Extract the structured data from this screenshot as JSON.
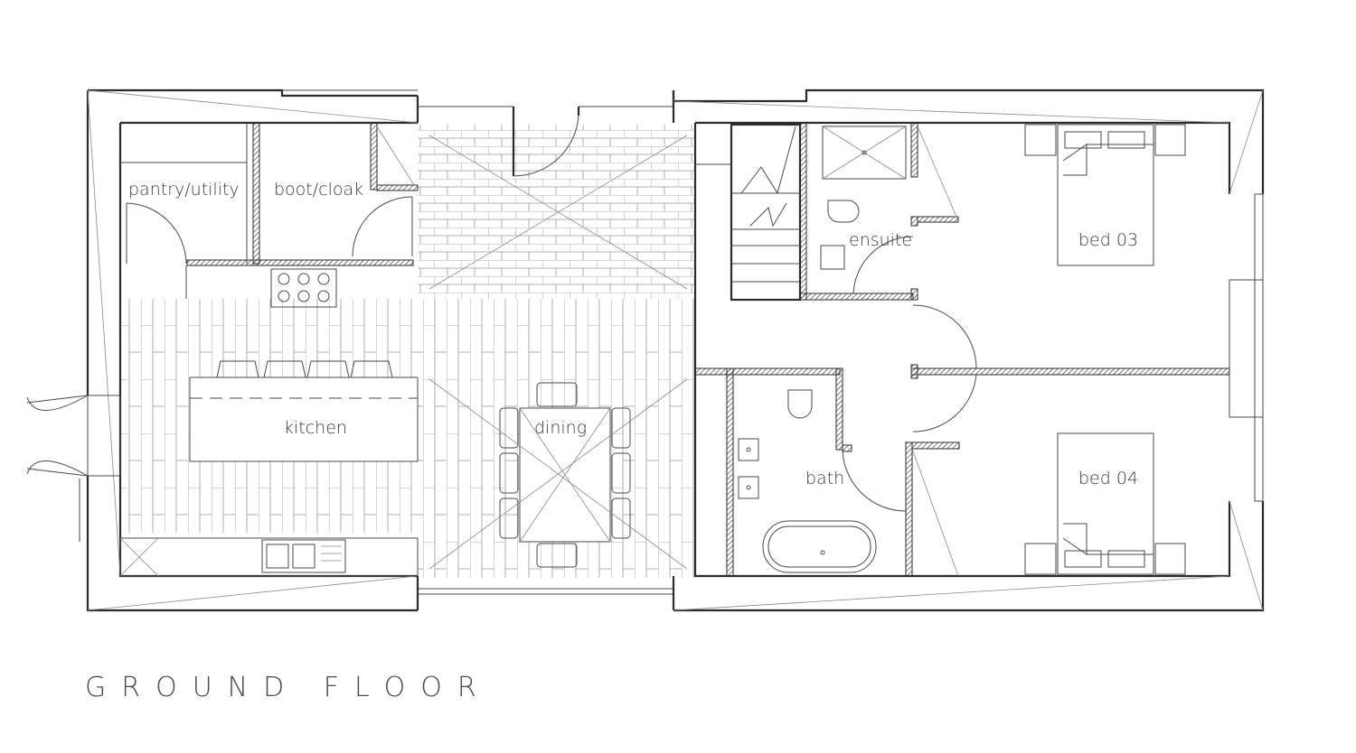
{
  "drawing": {
    "title": "GROUND FLOOR"
  },
  "rooms": {
    "pantry": "pantry/utility",
    "boot": "boot/cloak",
    "kitchen": "kitchen",
    "dining": "dining",
    "ensuite": "ensuite",
    "bath": "bath",
    "bed03": "bed 03",
    "bed04": "bed 04"
  },
  "colors": {
    "line": "#2b2b2b",
    "label": "#3a3a3a",
    "background": "#ffffff"
  }
}
